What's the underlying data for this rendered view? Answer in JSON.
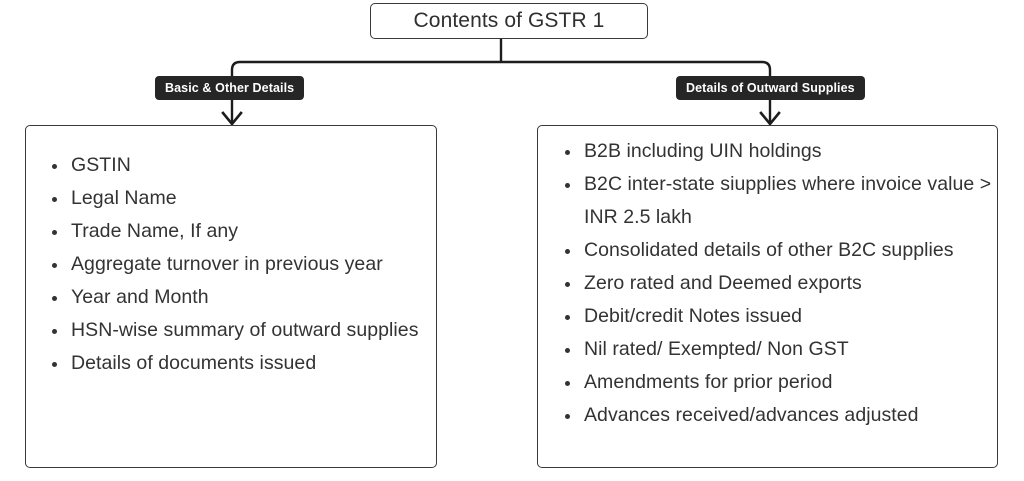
{
  "diagram": {
    "root": {
      "label": "Contents of GSTR 1"
    },
    "branches": [
      {
        "badge": "Basic & Other Details",
        "items": [
          "GSTIN",
          "Legal Name",
          "Trade Name, If any",
          "Aggregate turnover in previous year",
          "Year and Month",
          "HSN-wise summary of outward supplies",
          "Details of documents issued"
        ]
      },
      {
        "badge": "Details of Outward Supplies",
        "items": [
          "B2B including UIN holdings",
          "B2C inter-state siupplies where invoice value > INR 2.5 lakh",
          "Consolidated details of other B2C supplies",
          "Zero rated and Deemed exports",
          "Debit/credit Notes issued",
          "Nil rated/ Exempted/ Non GST",
          "Amendments for prior period",
          "Advances received/advances adjusted"
        ]
      }
    ],
    "colors": {
      "stroke": "#3a3a3a",
      "connector": "#1d1d1d",
      "badge_background": "#262626",
      "badge_text": "#ffffff",
      "body_text": "#333333",
      "title_text": "#2f2f2f",
      "page_background": "#ffffff"
    }
  }
}
